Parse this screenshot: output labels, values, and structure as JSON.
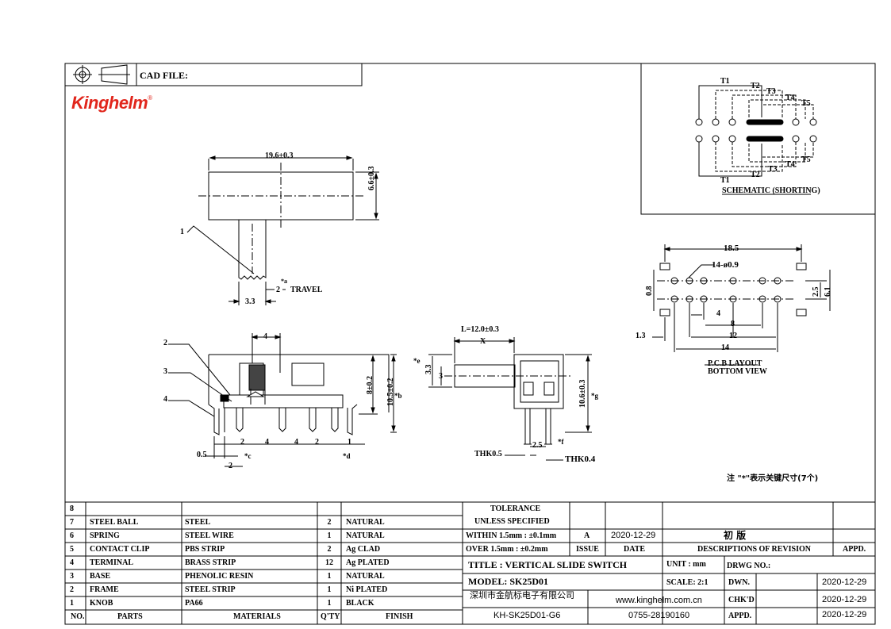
{
  "header": {
    "cad_file_label": "CAD FILE:",
    "brand": "Kinghelm",
    "brand_mark": "®"
  },
  "drawing": {
    "dims": {
      "top_width": "19.6±0.3",
      "top_height": "6.6±0.3",
      "travel_value": "2",
      "travel_label": "TRAVEL",
      "travel_mark": "*a",
      "lever_width": "3.3",
      "callout_1": "1",
      "callout_2": "2",
      "callout_3": "3",
      "callout_4": "4",
      "front_pitch_top": "4",
      "front_height": "8±0.2",
      "front_total_height": "10.5±0.2",
      "front_mark_b": "*b",
      "front_pitch_2a": "2",
      "front_pitch_4a": "4",
      "front_pitch_4b": "4",
      "front_pitch_2b": "2",
      "front_pitch_1": "1",
      "front_mark_c": "*c",
      "front_mark_d": "*d",
      "front_pin_width": "0.5",
      "front_pitch_2c": "2",
      "side_len": "L=12.0±0.3",
      "side_x": "X",
      "side_33": "3.3",
      "side_3": "3",
      "side_mark_e": "*e",
      "side_height": "10.6±0.3",
      "side_mark_g": "*g",
      "side_25": "2.5",
      "side_mark_f": "*f",
      "side_thk05": "THK0.5",
      "side_thk04": "THK0.4"
    },
    "pcb": {
      "width": "18.5",
      "holes": "14-ø0.9",
      "d08": "0.8",
      "d25": "2.5",
      "d61": "6.1",
      "d4": "4",
      "d8": "8",
      "d12": "12",
      "d14": "14",
      "d13": "1.3",
      "title": "P.C.B LAYOUT",
      "subtitle": "BOTTOM VIEW"
    },
    "schematic": {
      "t1": "T1",
      "t2": "T2",
      "t3": "T3",
      "t4": "T4",
      "t5": "T5",
      "title": "SCHEMATIC (SHORTING)"
    },
    "note": "注 \"*\"表示关键尺寸(7个)"
  },
  "bom": {
    "headers": [
      "NO.",
      "PARTS",
      "MATERIALS",
      "Q'TY",
      "FINISH"
    ],
    "rows": [
      {
        "no": "8",
        "part": "",
        "material": "",
        "qty": "",
        "finish": ""
      },
      {
        "no": "7",
        "part": "STEEL BALL",
        "material": "STEEL",
        "qty": "2",
        "finish": "NATURAL"
      },
      {
        "no": "6",
        "part": "SPRING",
        "material": "STEEL WIRE",
        "qty": "1",
        "finish": "NATURAL"
      },
      {
        "no": "5",
        "part": "CONTACT CLIP",
        "material": "PBS STRIP",
        "qty": "2",
        "finish": "Ag CLAD"
      },
      {
        "no": "4",
        "part": "TERMINAL",
        "material": "BRASS STRIP",
        "qty": "12",
        "finish": "Ag PLATED"
      },
      {
        "no": "3",
        "part": "BASE",
        "material": "PHENOLIC RESIN",
        "qty": "1",
        "finish": "NATURAL"
      },
      {
        "no": "2",
        "part": "FRAME",
        "material": "STEEL STRIP",
        "qty": "1",
        "finish": "Ni PLATED"
      },
      {
        "no": "1",
        "part": "KNOB",
        "material": "PA66",
        "qty": "1",
        "finish": "BLACK"
      }
    ]
  },
  "titleblock": {
    "tolerance": "TOLERANCE",
    "unless": "UNLESS  SPECIFIED",
    "within": "WITHIN 1.5mm : ±0.1mm",
    "over": "OVER 1.5mm : ±0.2mm",
    "rev_a": "A",
    "rev_date": "2020-12-29",
    "rev_desc": "初  版",
    "issue": "ISSUE",
    "date": "DATE",
    "descriptions": "DESCRIPTIONS OF REVISION",
    "appd": "APPD.",
    "title": "TITLE :  VERTICAL SLIDE SWITCH",
    "unit": "UNIT :  mm",
    "drwg": "DRWG NO.:",
    "model": "MODEL:  SK25D01",
    "scale": "SCALE:  2:1",
    "dwn": "DWN.",
    "dwn_date": "2020-12-29",
    "company": "深圳市金航标电子有限公司",
    "website": "www.kinghelm.com.cn",
    "chkd": "CHK'D",
    "chkd_date": "2020-12-29",
    "code": "KH-SK25D01-G6",
    "phone": "0755-28190160",
    "appd2": "APPD.",
    "appd_date": "2020-12-29"
  }
}
